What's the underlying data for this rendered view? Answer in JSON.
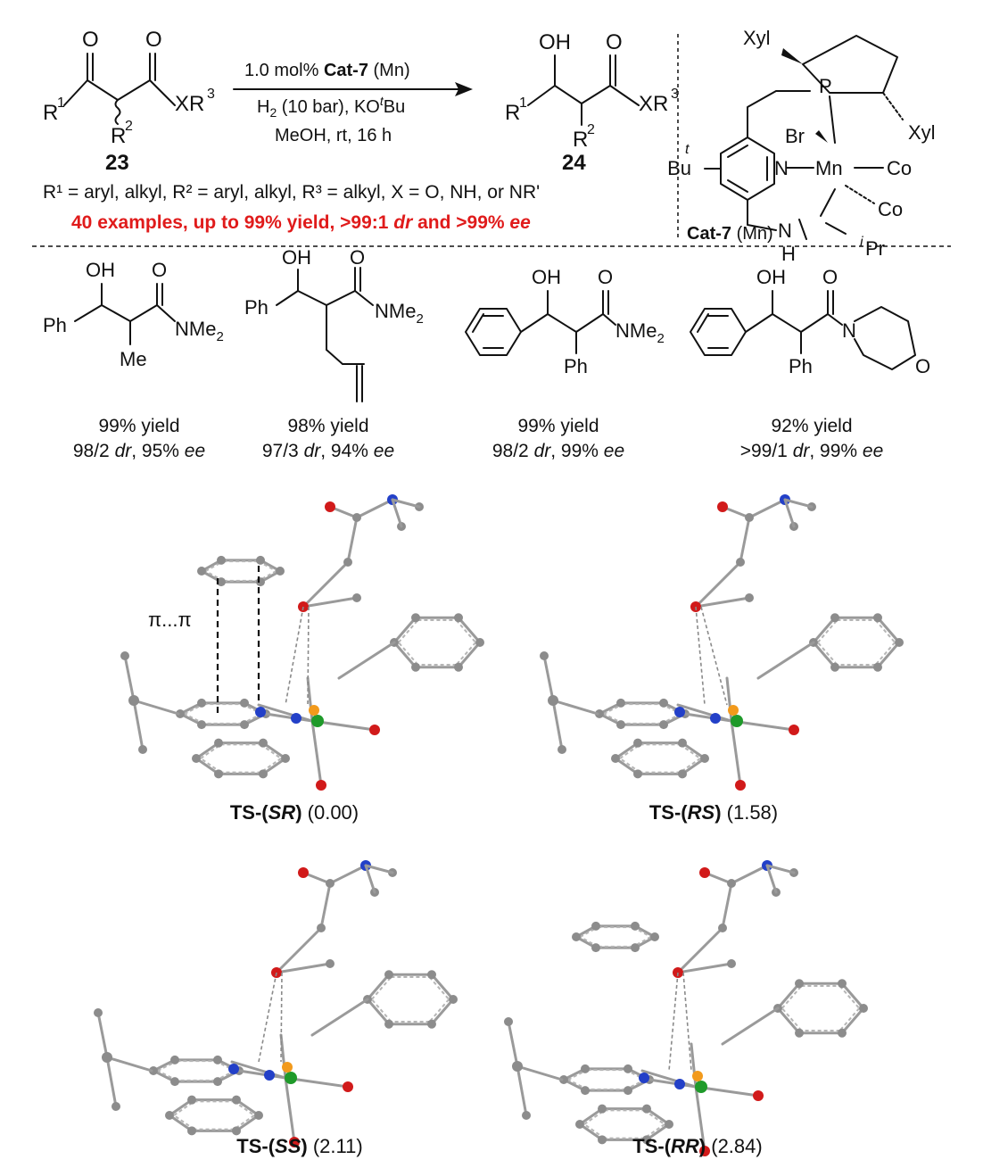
{
  "colors": {
    "accent_red": "#e01b1b",
    "atom_C": "#8c8c8c",
    "atom_O": "#d11a1a",
    "atom_N": "#2340c8",
    "atom_Mn": "#1f9a2a",
    "atom_P": "#f29a1c"
  },
  "reaction": {
    "reactant_label": "23",
    "product_label": "24",
    "conditions": {
      "line1_a": "1.0 mol% ",
      "line1_b": "Cat-7",
      "line1_c": " (Mn)",
      "line2": "H",
      "line2_sub": "2",
      "line2_b": " (10 bar), KO",
      "line2_sup": "t",
      "line2_c": "Bu",
      "line3": "MeOH, rt, 16 h"
    },
    "substituents": {
      "r1": "R",
      "r1_sup": "1",
      "r2": "R",
      "r2_sup": "2",
      "xr3": "XR",
      "xr3_sup": "3",
      "oh": "OH",
      "o": "O"
    },
    "scope_definition": "R¹ = aryl, alkyl, R² = aryl, alkyl, R³ = alkyl, X = O, NH, or NR'",
    "highlight": {
      "a": "40 examples, up to 99% yield,  >99:1 ",
      "dr": "dr",
      "b": " and >99% ",
      "ee": "ee"
    }
  },
  "catalyst": {
    "name_bold": "Cat-7",
    "name_rest": " (Mn)",
    "atoms": {
      "xyl": "Xyl",
      "p": "P",
      "br": "Br",
      "n": "N",
      "mn": "Mn",
      "co1": "Co",
      "co2": "Co",
      "tbu": "Bu",
      "tbu_sup": "t",
      "nh": "N",
      "h": "H",
      "ipr": "Pr",
      "ipr_sup": "i",
      "xyl2": "Xyl"
    }
  },
  "examples": [
    {
      "groups": {
        "oh": "OH",
        "o": "O",
        "r1": "Ph",
        "amide": "NMe",
        "amide_sub": "2",
        "r2": "Me"
      },
      "yield": "99% yield",
      "dr": "98/2",
      "ee": "95%"
    },
    {
      "groups": {
        "oh": "OH",
        "o": "O",
        "r1": "Ph",
        "amide": "NMe",
        "amide_sub": "2"
      },
      "yield": "98% yield",
      "dr": "97/3",
      "ee": "94%"
    },
    {
      "groups": {
        "oh": "OH",
        "o": "O",
        "amide": "NMe",
        "amide_sub": "2",
        "r2": "Ph"
      },
      "yield": "99% yield",
      "dr": "98/2",
      "ee": "99%"
    },
    {
      "groups": {
        "oh": "OH",
        "o": "O",
        "n": "N",
        "o2": "O",
        "r2": "Ph"
      },
      "yield": "92% yield",
      "dr": ">99/1",
      "ee": "99%"
    }
  ],
  "dr_word": "dr",
  "ee_word": "ee",
  "transition_states": [
    {
      "prefix": "TS-(",
      "config": "SR",
      "suffix": ")",
      "energy": "(0.00)"
    },
    {
      "prefix": "TS-(",
      "config": "RS",
      "suffix": ")",
      "energy": "(1.58)"
    },
    {
      "prefix": "TS-(",
      "config": "SS",
      "suffix": ")",
      "energy": "(2.11)"
    },
    {
      "prefix": "TS-(",
      "config": "RR",
      "suffix": ")",
      "energy": "(2.84)"
    }
  ],
  "pi_label": "π...π"
}
